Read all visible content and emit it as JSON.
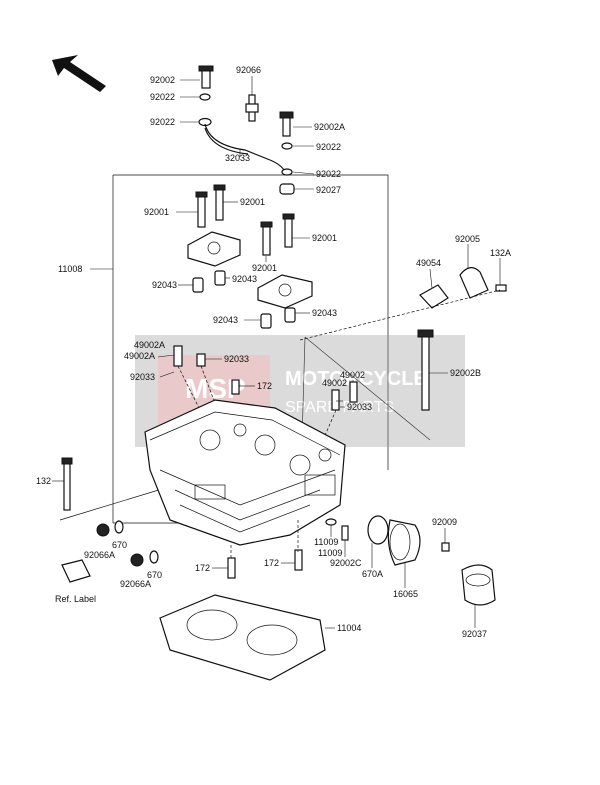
{
  "labels": {
    "l92002": "92002",
    "l92022a": "92022",
    "l92022b": "92022",
    "l92066": "92066",
    "l92002A": "92002A",
    "l32033": "32033",
    "l92022c": "92022",
    "l92022d": "92022",
    "l92027": "92027",
    "l92001a": "92001",
    "l92001b": "92001",
    "l92001c": "92001",
    "l92001d": "92001",
    "l11008": "11008",
    "l92043a": "92043",
    "l92043b": "92043",
    "l92043c": "92043",
    "l92043d": "92043",
    "l92005": "92005",
    "l49054": "49054",
    "l132A": "132A",
    "l49002Aa": "49002A",
    "l49002Ab": "49002A",
    "l92033a": "92033",
    "l92033b": "92033",
    "l92033c": "92033",
    "l172a": "172",
    "l49002a": "49002",
    "l49002b": "49002",
    "l92002B": "92002B",
    "l132": "132",
    "l670a": "670",
    "l92066Aa": "92066A",
    "l670b": "670",
    "l92066Ab": "92066A",
    "lRef": "Ref. Label",
    "l172b": "172",
    "l172c": "172",
    "l11009a": "11009",
    "l11009b": "11009",
    "l92002C": "92002C",
    "l670A": "670A",
    "l16065": "16065",
    "l92009": "92009",
    "l92037": "92037",
    "l11004": "11004"
  },
  "watermark": {
    "brand": "MOTORCYCLE",
    "sub": "SPARE PARTS"
  }
}
